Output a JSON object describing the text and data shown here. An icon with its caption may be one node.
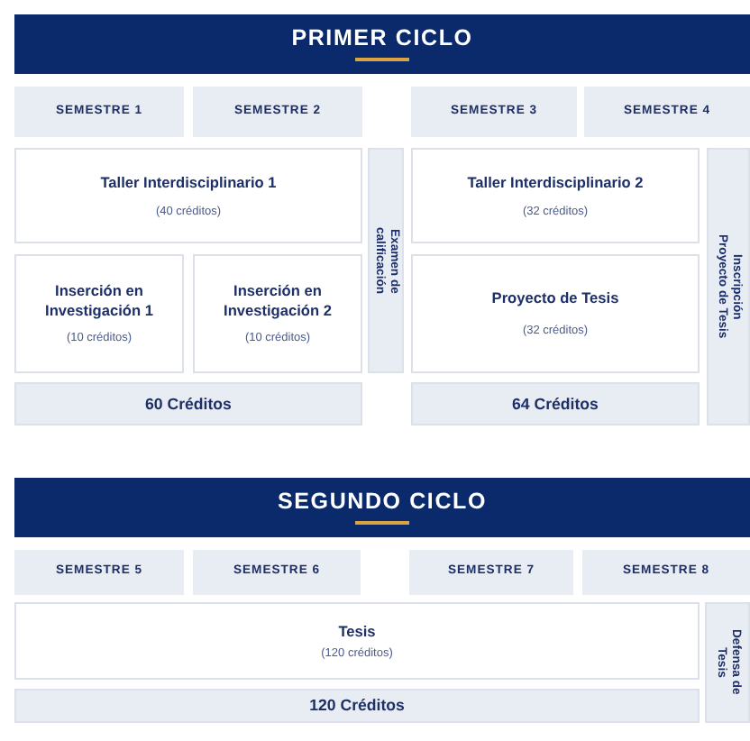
{
  "diagram": {
    "nodes": [
      {
        "text": [
          "PRIMER CICLO"
        ]
      },
      {
        "text": [
          "SEMESTRE 1"
        ]
      },
      {
        "text": [
          "SEMESTRE 2"
        ]
      },
      {
        "text": [
          "SEMESTRE 3"
        ]
      },
      {
        "text": [
          "SEMESTRE 4"
        ]
      },
      {
        "text": [
          "Taller Interdisciplinario 1",
          "(40 créditos)"
        ]
      },
      {
        "text": [
          "Examen de calificación"
        ]
      },
      {
        "text": [
          "Taller Interdisciplinario 2",
          "(32 créditos)"
        ]
      },
      {
        "text": [
          "Inscripción Proyecto de Tesis"
        ]
      },
      {
        "text": [
          "Inserción en Investigación 1",
          "(10 créditos)"
        ]
      },
      {
        "text": [
          "Inserción en Investigación 2",
          "(10 créditos)"
        ]
      },
      {
        "text": [
          "Proyecto de Tesis",
          "(32 créditos)"
        ]
      },
      {
        "text": [
          "60 Créditos"
        ]
      },
      {
        "text": [
          "64 Créditos"
        ]
      },
      {
        "text": [
          "SEGUNDO CICLO"
        ]
      },
      {
        "text": [
          "SEMESTRE 5"
        ]
      },
      {
        "text": [
          "SEMESTRE 6"
        ]
      },
      {
        "text": [
          "SEMESTRE 7"
        ]
      },
      {
        "text": [
          "SEMESTRE 8"
        ]
      },
      {
        "text": [
          "Tesis",
          "(120 créditos)"
        ]
      },
      {
        "text": [
          "Defensa de Tesis"
        ]
      },
      {
        "text": [
          "120 Créditos"
        ]
      }
    ]
  }
}
